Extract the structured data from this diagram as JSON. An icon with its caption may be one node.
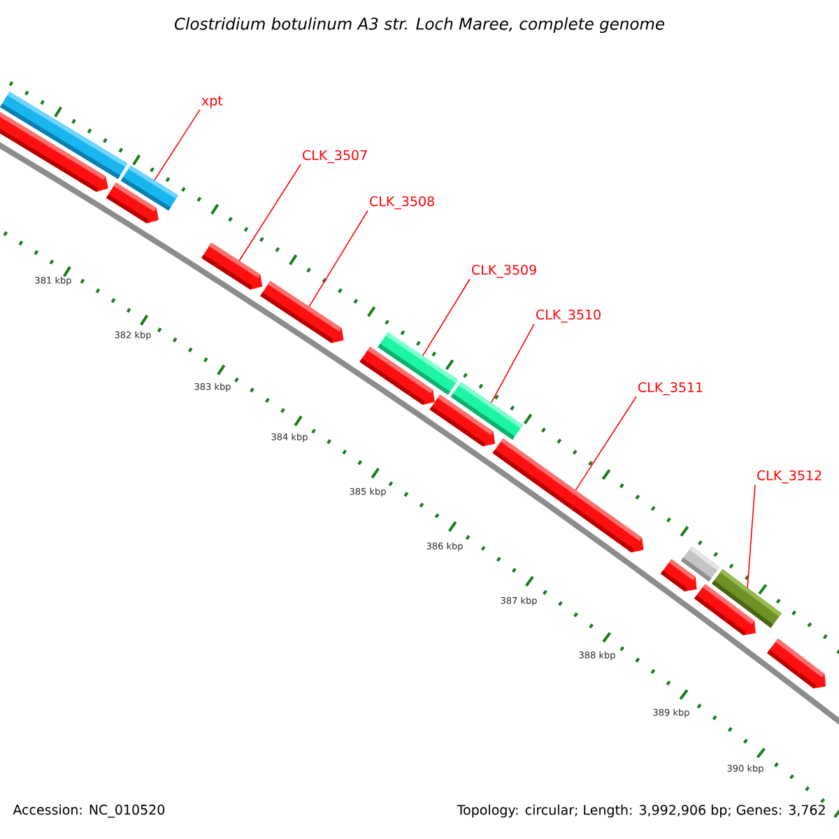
{
  "diagram": {
    "title": "Clostridium botulinum A3 str. Loch Maree, complete genome",
    "nodes": [
      {
        "text": [
          "xpt"
        ]
      },
      {
        "text": [
          "CLK_3507"
        ]
      },
      {
        "text": [
          "CLK_3508"
        ]
      },
      {
        "text": [
          "CLK_3509"
        ]
      },
      {
        "text": [
          "CLK_3510"
        ]
      },
      {
        "text": [
          "CLK_3511"
        ]
      },
      {
        "text": [
          "CLK_3512"
        ]
      },
      {
        "text": [],
        "shape": "bar"
      },
      {
        "text": [],
        "shape": "bar"
      },
      {
        "text": [],
        "shape": "bar"
      },
      {
        "text": [],
        "shape": "bar"
      },
      {
        "text": [],
        "shape": "bar"
      },
      {
        "text": [],
        "shape": "bar"
      },
      {
        "text": [],
        "shape": "bar"
      },
      {
        "text": [],
        "shape": "bar"
      },
      {
        "text": [],
        "shape": "bar"
      },
      {
        "text": [],
        "shape": "bar"
      },
      {
        "text": [],
        "shape": "bar"
      },
      {
        "text": [],
        "shape": "bar"
      },
      {
        "text": [],
        "shape": "bar"
      },
      {
        "text": [],
        "shape": "bar"
      },
      {
        "text": [],
        "shape": "bar"
      },
      {
        "text": [],
        "shape": "bar"
      }
    ],
    "edges": [
      {
        "from": 0,
        "to": 9,
        "arrow": "none"
      },
      {
        "from": 1,
        "to": 11,
        "arrow": "none"
      },
      {
        "from": 2,
        "to": 12,
        "arrow": "none"
      },
      {
        "from": 3,
        "to": 13,
        "arrow": "none"
      },
      {
        "from": 4,
        "to": 15,
        "arrow": "none"
      },
      {
        "from": 5,
        "to": 17,
        "arrow": "none"
      },
      {
        "from": 6,
        "to": 21,
        "arrow": "none"
      }
    ],
    "labels": [
      "381 kbp",
      "382 kbp",
      "383 kbp",
      "384 kbp",
      "385 kbp",
      "386 kbp",
      "387 kbp",
      "388 kbp",
      "389 kbp",
      "390 kbp",
      "Accession: NC_010520",
      "Topology: circular; Length: 3,992,906 bp; Genes: 3,762"
    ]
  }
}
